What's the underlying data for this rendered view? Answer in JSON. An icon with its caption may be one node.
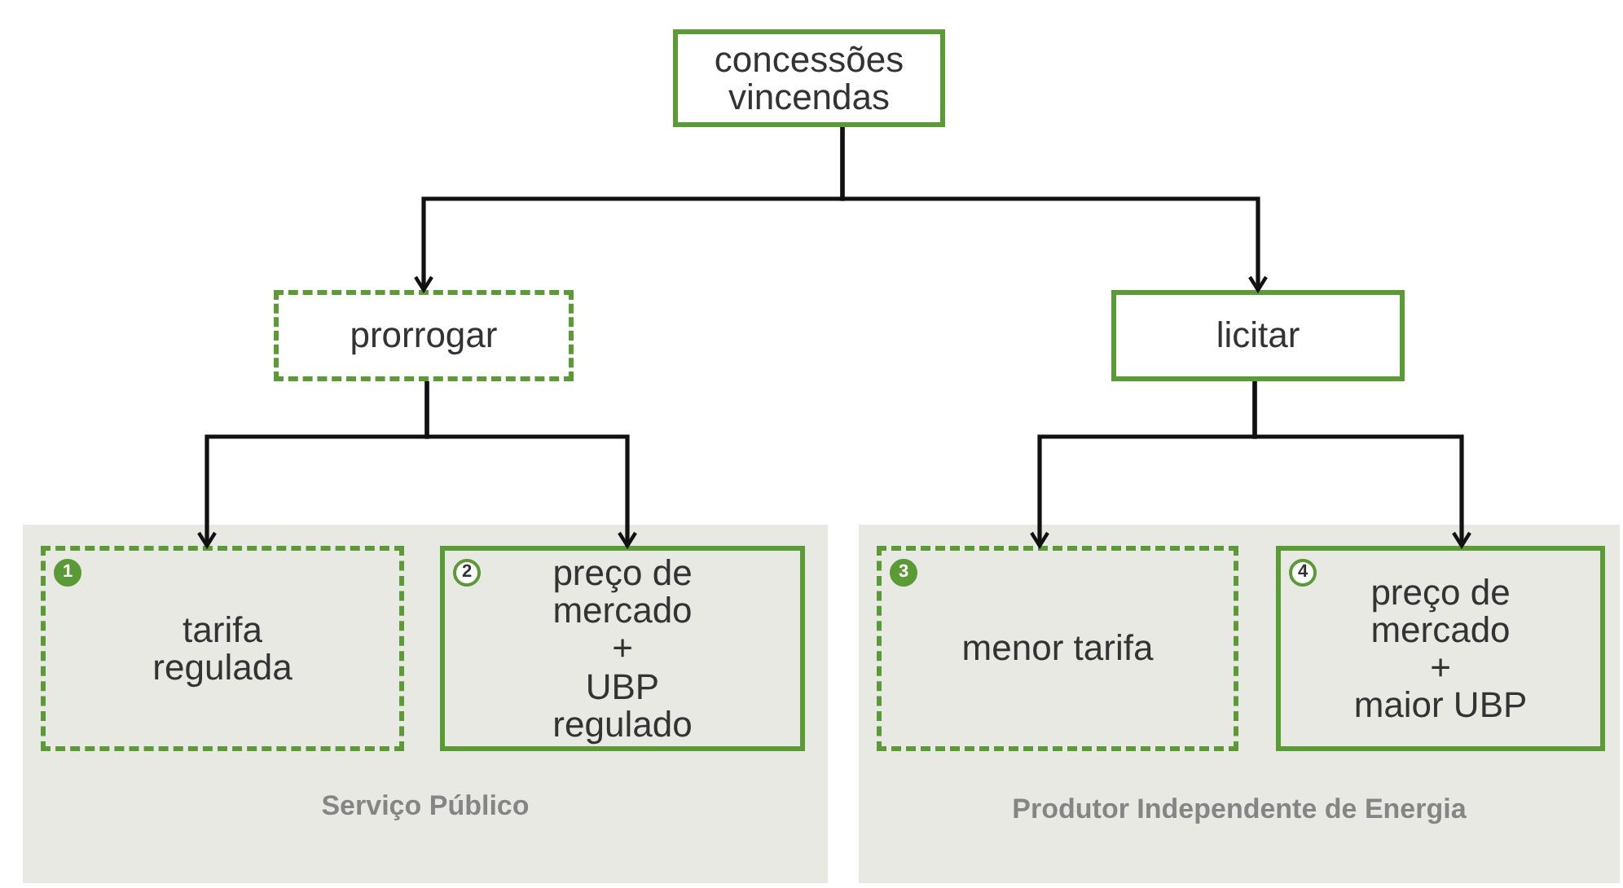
{
  "diagram": {
    "nodes": [
      {
        "text": [
          "concessões vincendas"
        ]
      },
      {
        "text": [
          "prorrogar"
        ]
      },
      {
        "text": [
          "licitar"
        ]
      },
      {
        "text": [
          "Serviço Público"
        ]
      },
      {
        "text": [
          "1",
          "tarifa regulada"
        ],
        "in": 3
      },
      {
        "text": [
          "2",
          "preço de mercado",
          "+",
          "UBP regulado"
        ],
        "in": 3
      },
      {
        "text": [
          "Produtor Independente de Energia"
        ]
      },
      {
        "text": [
          "3",
          "menor tarifa"
        ],
        "in": 6
      },
      {
        "text": [
          "4",
          "preço de mercado",
          "+",
          "maior UBP"
        ],
        "in": 6
      }
    ],
    "edges": [
      {
        "from": 0,
        "to": 1,
        "arrow": "to"
      },
      {
        "from": 0,
        "to": 2,
        "arrow": "to"
      },
      {
        "from": 1,
        "to": 4,
        "arrow": "to"
      },
      {
        "from": 1,
        "to": 5,
        "arrow": "to"
      },
      {
        "from": 2,
        "to": 7,
        "arrow": "to"
      },
      {
        "from": 2,
        "to": 8,
        "arrow": "to"
      }
    ]
  }
}
